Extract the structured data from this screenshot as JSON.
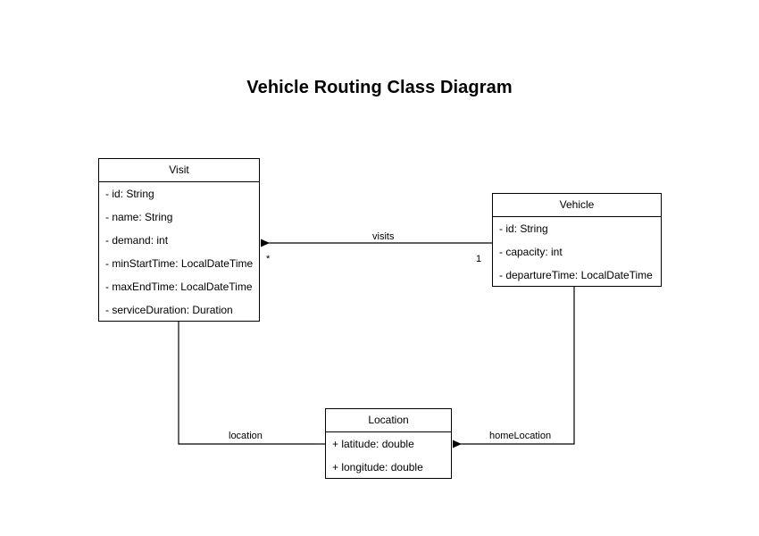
{
  "diagram": {
    "title": "Vehicle Routing Class Diagram",
    "background_color": "#ffffff",
    "line_color": "#000000",
    "text_color": "#000000"
  },
  "classes": [
    {
      "id": "visit",
      "name": "Visit",
      "attributes": [
        "- id: String",
        "- name: String",
        "- demand: int",
        "- minStartTime: LocalDateTime",
        "- maxEndTime: LocalDateTime",
        "- serviceDuration: Duration"
      ]
    },
    {
      "id": "vehicle",
      "name": "Vehicle",
      "attributes": [
        "- id: String",
        "- capacity: int",
        "- departureTime: LocalDateTime"
      ]
    },
    {
      "id": "location",
      "name": "Location",
      "attributes": [
        "+ latitude: double",
        "+ longitude: double"
      ]
    }
  ],
  "relationships": [
    {
      "id": "visits",
      "label": "visits",
      "from": "Vehicle",
      "to": "Visit",
      "source_multiplicity": "1",
      "target_multiplicity": "*",
      "arrow": "open-directed"
    },
    {
      "id": "location",
      "label": "location",
      "from": "Visit",
      "to": "Location",
      "source_multiplicity": "",
      "target_multiplicity": "",
      "arrow": "open-directed"
    },
    {
      "id": "homeLocation",
      "label": "homeLocation",
      "from": "Vehicle",
      "to": "Location",
      "source_multiplicity": "",
      "target_multiplicity": "",
      "arrow": "open-directed"
    }
  ]
}
